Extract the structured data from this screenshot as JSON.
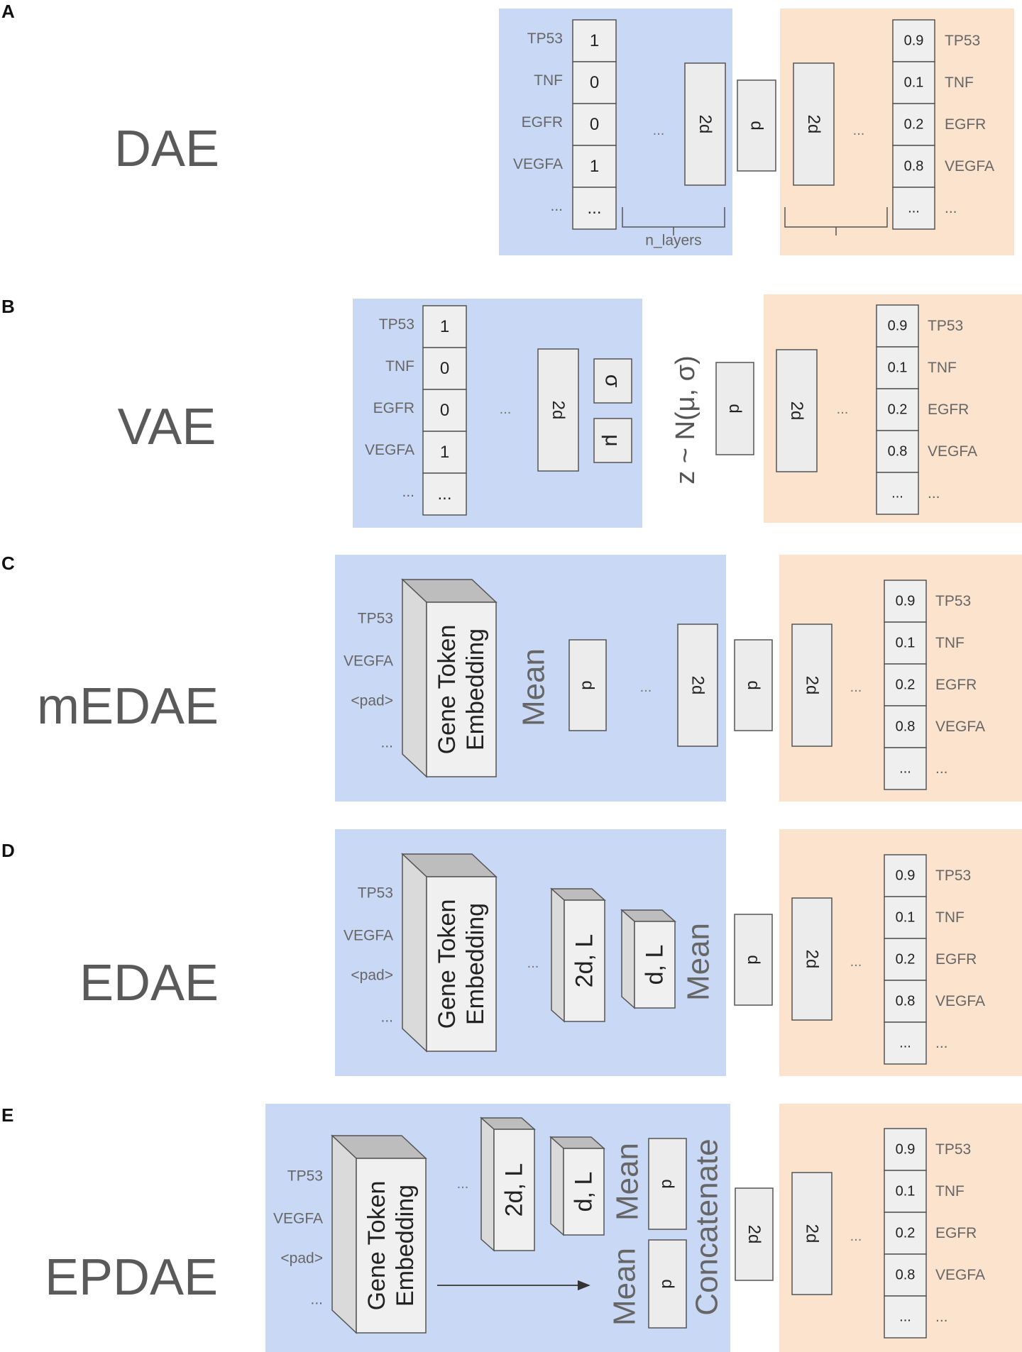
{
  "panels": [
    {
      "letter": "A",
      "model": "DAE",
      "input_values": [
        "1",
        "0",
        "0",
        "1",
        "..."
      ],
      "bracket_label": "n_layers"
    },
    {
      "letter": "B",
      "model": "VAE",
      "input_values": [
        "1",
        "0",
        "0",
        "1",
        "..."
      ],
      "sigma": "σ",
      "mu": "μ",
      "sampling": "z ~ N(μ, σ)"
    },
    {
      "letter": "C",
      "model": "mEDAE"
    },
    {
      "letter": "D",
      "model": "EDAE"
    },
    {
      "letter": "E",
      "model": "EPDAE",
      "concat_label": "Concatenate"
    }
  ],
  "genes": [
    "TP53",
    "TNF",
    "EGFR",
    "VEGFA",
    "..."
  ],
  "token_genes": [
    "TP53",
    "VEGFA",
    "<pad>",
    "..."
  ],
  "output_values": [
    "0.9",
    "0.1",
    "0.2",
    "0.8",
    "..."
  ],
  "layer_labels": {
    "d": "d",
    "two_d": "2d",
    "two_d_L": "2d, L",
    "d_L": "d, L"
  },
  "embedding_label_line1": "Gene Token",
  "embedding_label_line2": "Embedding",
  "mean_label": "Mean",
  "ellipsis": "...",
  "colors": {
    "encoder_bg": "#c9d9f5",
    "decoder_bg": "#fbe3cd",
    "cell_fill": "#efefef",
    "text_gray": "#5f6368"
  }
}
